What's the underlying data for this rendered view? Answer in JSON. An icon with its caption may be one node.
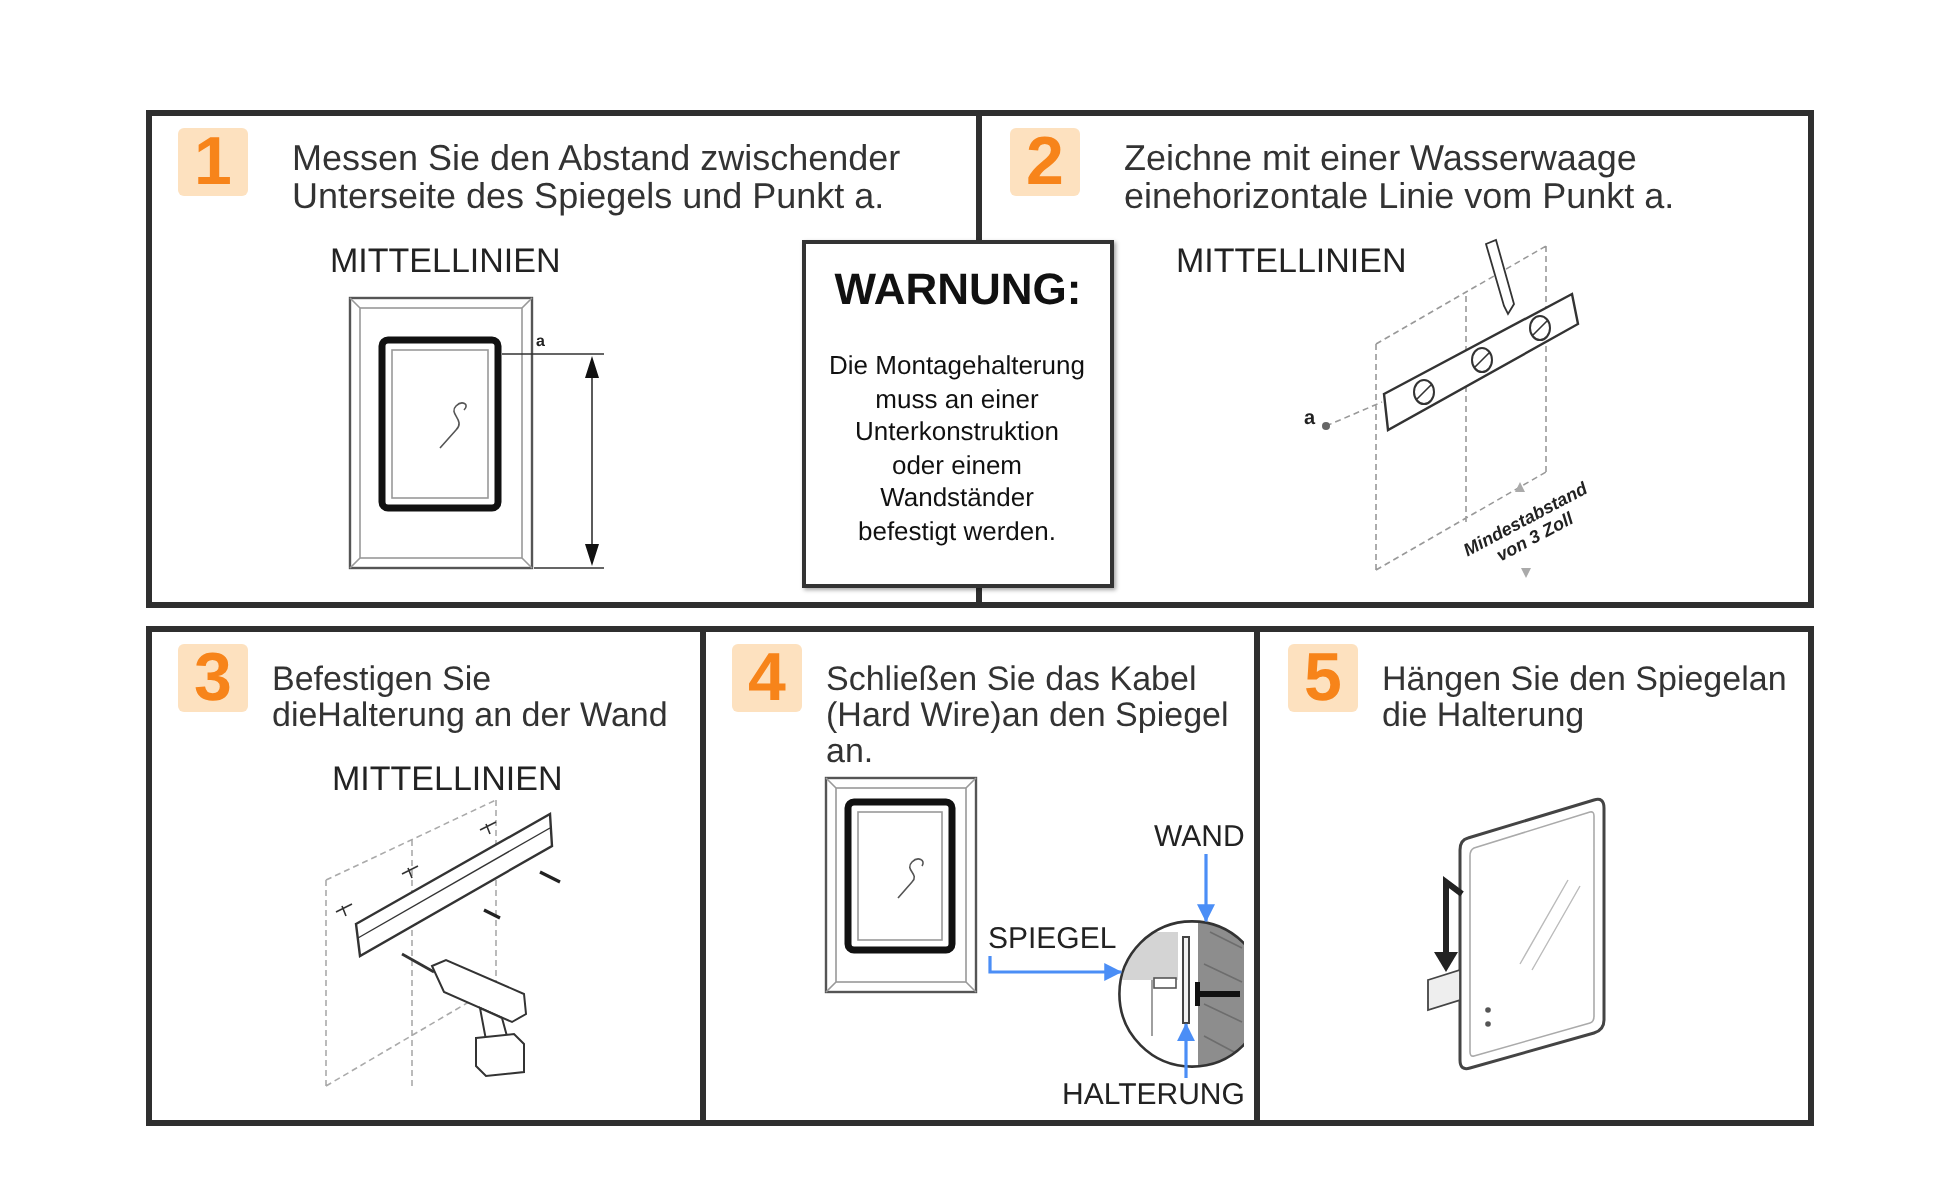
{
  "diagram": {
    "nodes": [
      {
        "text": [
          "Messen Sie den Abstand zwischender Unterseite des Spiegels und Punkt a.",
          "MITTELLINIEN"
        ]
      },
      {
        "text": [
          "1"
        ],
        "in": 0
      },
      {
        "text": [
          "Zeichne mit einer Wasserwaage einehorizontale Linie vom Punkt a.",
          "MITTELLINIEN"
        ]
      },
      {
        "text": [
          "2"
        ],
        "in": 2
      },
      {
        "text": [
          "WARNUNG:",
          "Die Montagehalterung muss an einer Unterkonstruktion oder einem Wandständer befestigt werden."
        ]
      },
      {
        "text": [
          "Befestigen Sie dieHalterung an der Wand",
          "MITTELLINIEN"
        ]
      },
      {
        "text": [
          "3"
        ],
        "in": 5
      },
      {
        "text": [
          "Schließen Sie das Kabel (Hard Wire)an den Spiegel an."
        ]
      },
      {
        "text": [
          "4"
        ],
        "in": 7
      },
      {
        "text": [
          "WAND"
        ],
        "in": 7
      },
      {
        "text": [
          "SPIEGEL"
        ],
        "in": 7
      },
      {
        "text": [
          "HALTERUNG"
        ],
        "in": 7
      },
      {
        "text": [],
        "shape": "circle",
        "in": 7
      },
      {
        "text": [],
        "shape": "bar",
        "in": 12
      },
      {
        "text": [
          "Hängen Sie den Spiegelan die Halterung"
        ]
      },
      {
        "text": [
          "5"
        ],
        "in": 14
      }
    ],
    "edges": [
      {
        "from": 9,
        "to": 12,
        "arrow": "to"
      },
      {
        "from": 10,
        "to": 12,
        "arrow": "to"
      },
      {
        "from": 11,
        "to": 13,
        "arrow": "to"
      }
    ],
    "labels": [
      "a",
      "a",
      "Mindestabstand von 3 Zoll"
    ]
  }
}
